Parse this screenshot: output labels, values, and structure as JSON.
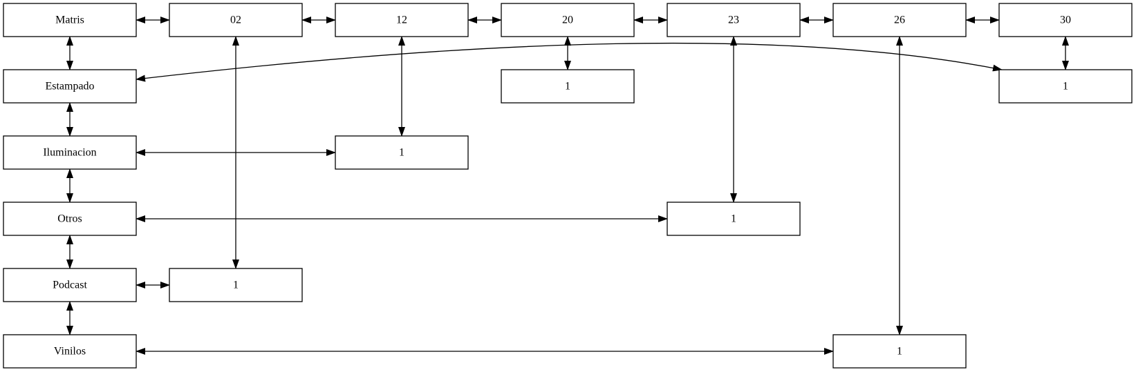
{
  "diagram": {
    "line_color": "#000000",
    "node_fill": "#ffffff",
    "nodes": {
      "matris": "Matris",
      "estampado": "Estampado",
      "iluminacion": "Iluminacion",
      "otros": "Otros",
      "podcast": "Podcast",
      "vinilos": "Vinilos",
      "col02": "02",
      "col12": "12",
      "col20": "20",
      "col23": "23",
      "col26": "26",
      "col30": "30",
      "cell_02_podcast": "1",
      "cell_12_iluminacion": "1",
      "cell_20": "1",
      "cell_23_otros": "1",
      "cell_26_vinilos": "1",
      "cell_30_estampado": "1"
    },
    "edges": [
      {
        "from": "matris",
        "to": "col02"
      },
      {
        "from": "col02",
        "to": "col12"
      },
      {
        "from": "col12",
        "to": "col20"
      },
      {
        "from": "col20",
        "to": "col23"
      },
      {
        "from": "col23",
        "to": "col26"
      },
      {
        "from": "col26",
        "to": "col30"
      },
      {
        "from": "matris",
        "to": "estampado"
      },
      {
        "from": "estampado",
        "to": "iluminacion"
      },
      {
        "from": "iluminacion",
        "to": "otros"
      },
      {
        "from": "otros",
        "to": "podcast"
      },
      {
        "from": "podcast",
        "to": "vinilos"
      },
      {
        "from": "col20",
        "to": "cell_20"
      },
      {
        "from": "col30",
        "to": "cell_30_estampado"
      },
      {
        "from": "col12",
        "to": "cell_12_iluminacion"
      },
      {
        "from": "col23",
        "to": "cell_23_otros"
      },
      {
        "from": "col02",
        "to": "cell_02_podcast"
      },
      {
        "from": "col26",
        "to": "cell_26_vinilos"
      },
      {
        "from": "iluminacion",
        "to": "cell_12_iluminacion"
      },
      {
        "from": "otros",
        "to": "cell_23_otros"
      },
      {
        "from": "podcast",
        "to": "cell_02_podcast"
      },
      {
        "from": "vinilos",
        "to": "cell_26_vinilos"
      },
      {
        "from": "estampado",
        "to": "cell_30_estampado"
      }
    ]
  }
}
